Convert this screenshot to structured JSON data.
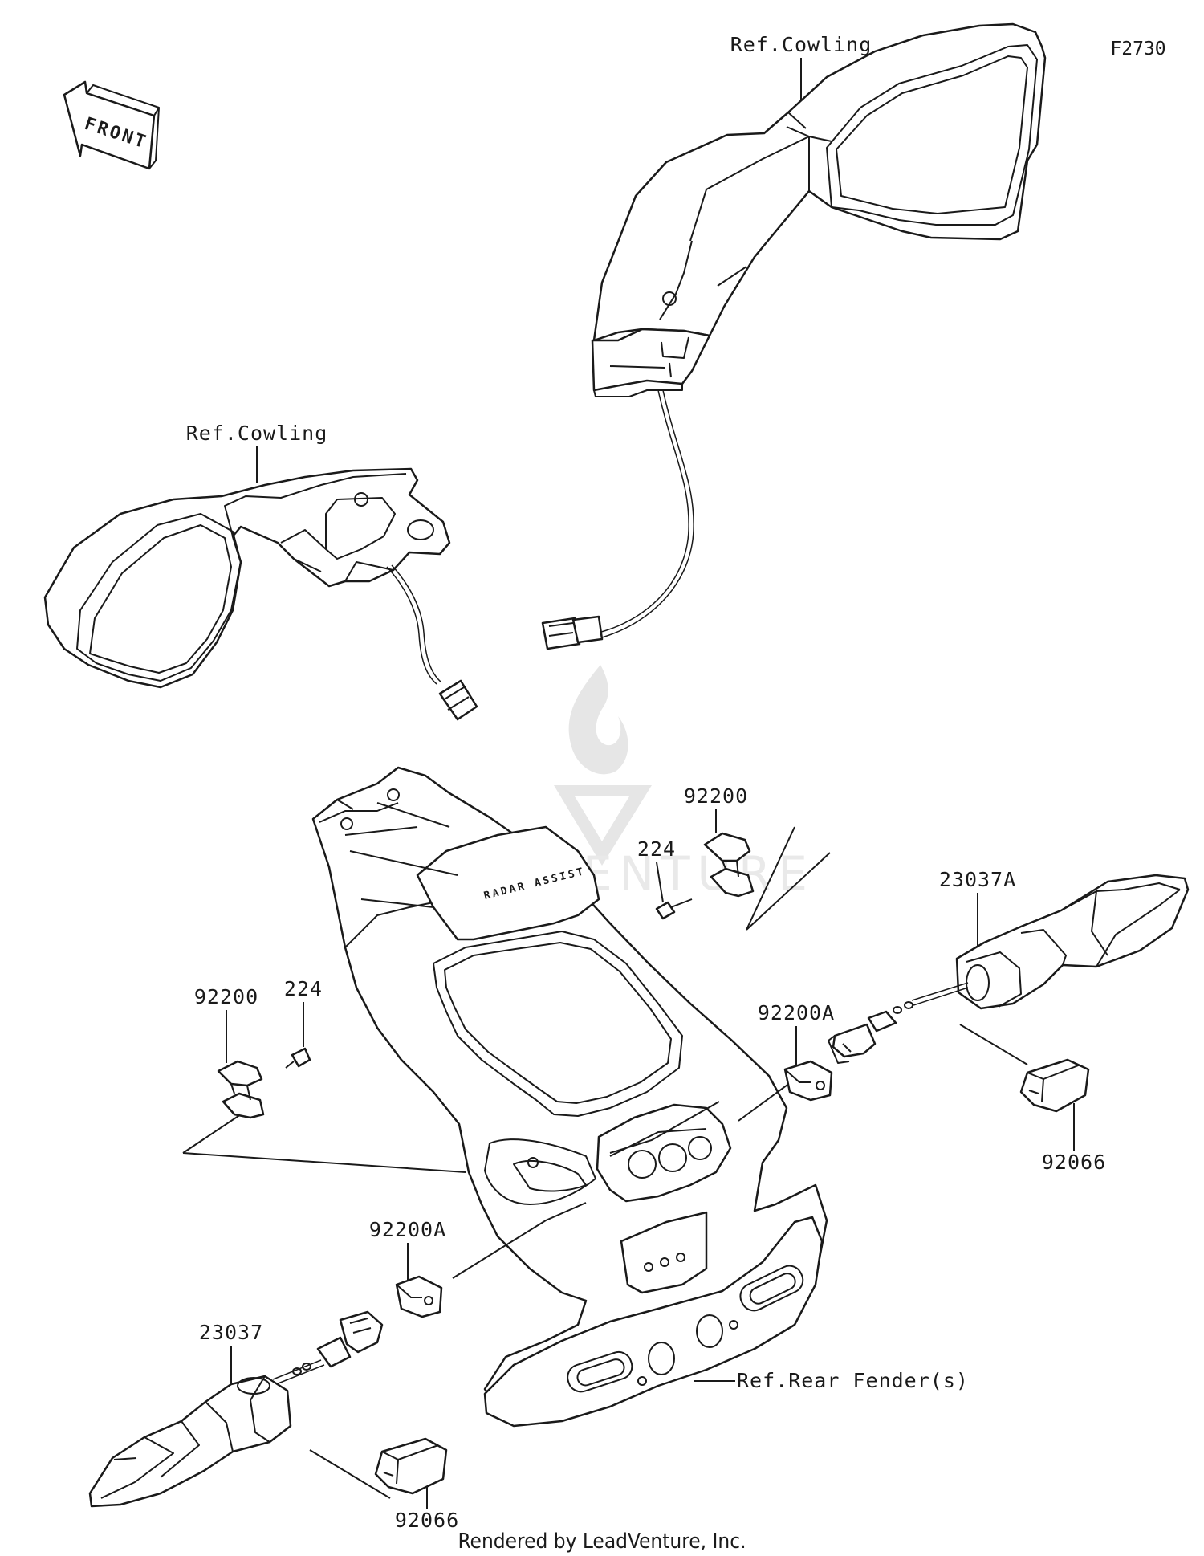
{
  "diagram_code": "F2730",
  "front_label": "FRONT",
  "watermark_text": "LEADVENTURE",
  "radar_label": "RADAR ASSIST",
  "credit": "Rendered by LeadVenture, Inc.",
  "labels": {
    "ref_cowling_right": "Ref.Cowling",
    "ref_cowling_left": "Ref.Cowling",
    "ref_rear_fender": "Ref.Rear Fender(s)",
    "p92200_top": "92200",
    "p224_top": "224",
    "p23037A": "23037A",
    "p92200_left": "92200",
    "p224_left": "224",
    "p92200A_right": "92200A",
    "p92066_right": "92066",
    "p92200A_left": "92200A",
    "p23037": "23037",
    "p92066_bottom": "92066"
  }
}
